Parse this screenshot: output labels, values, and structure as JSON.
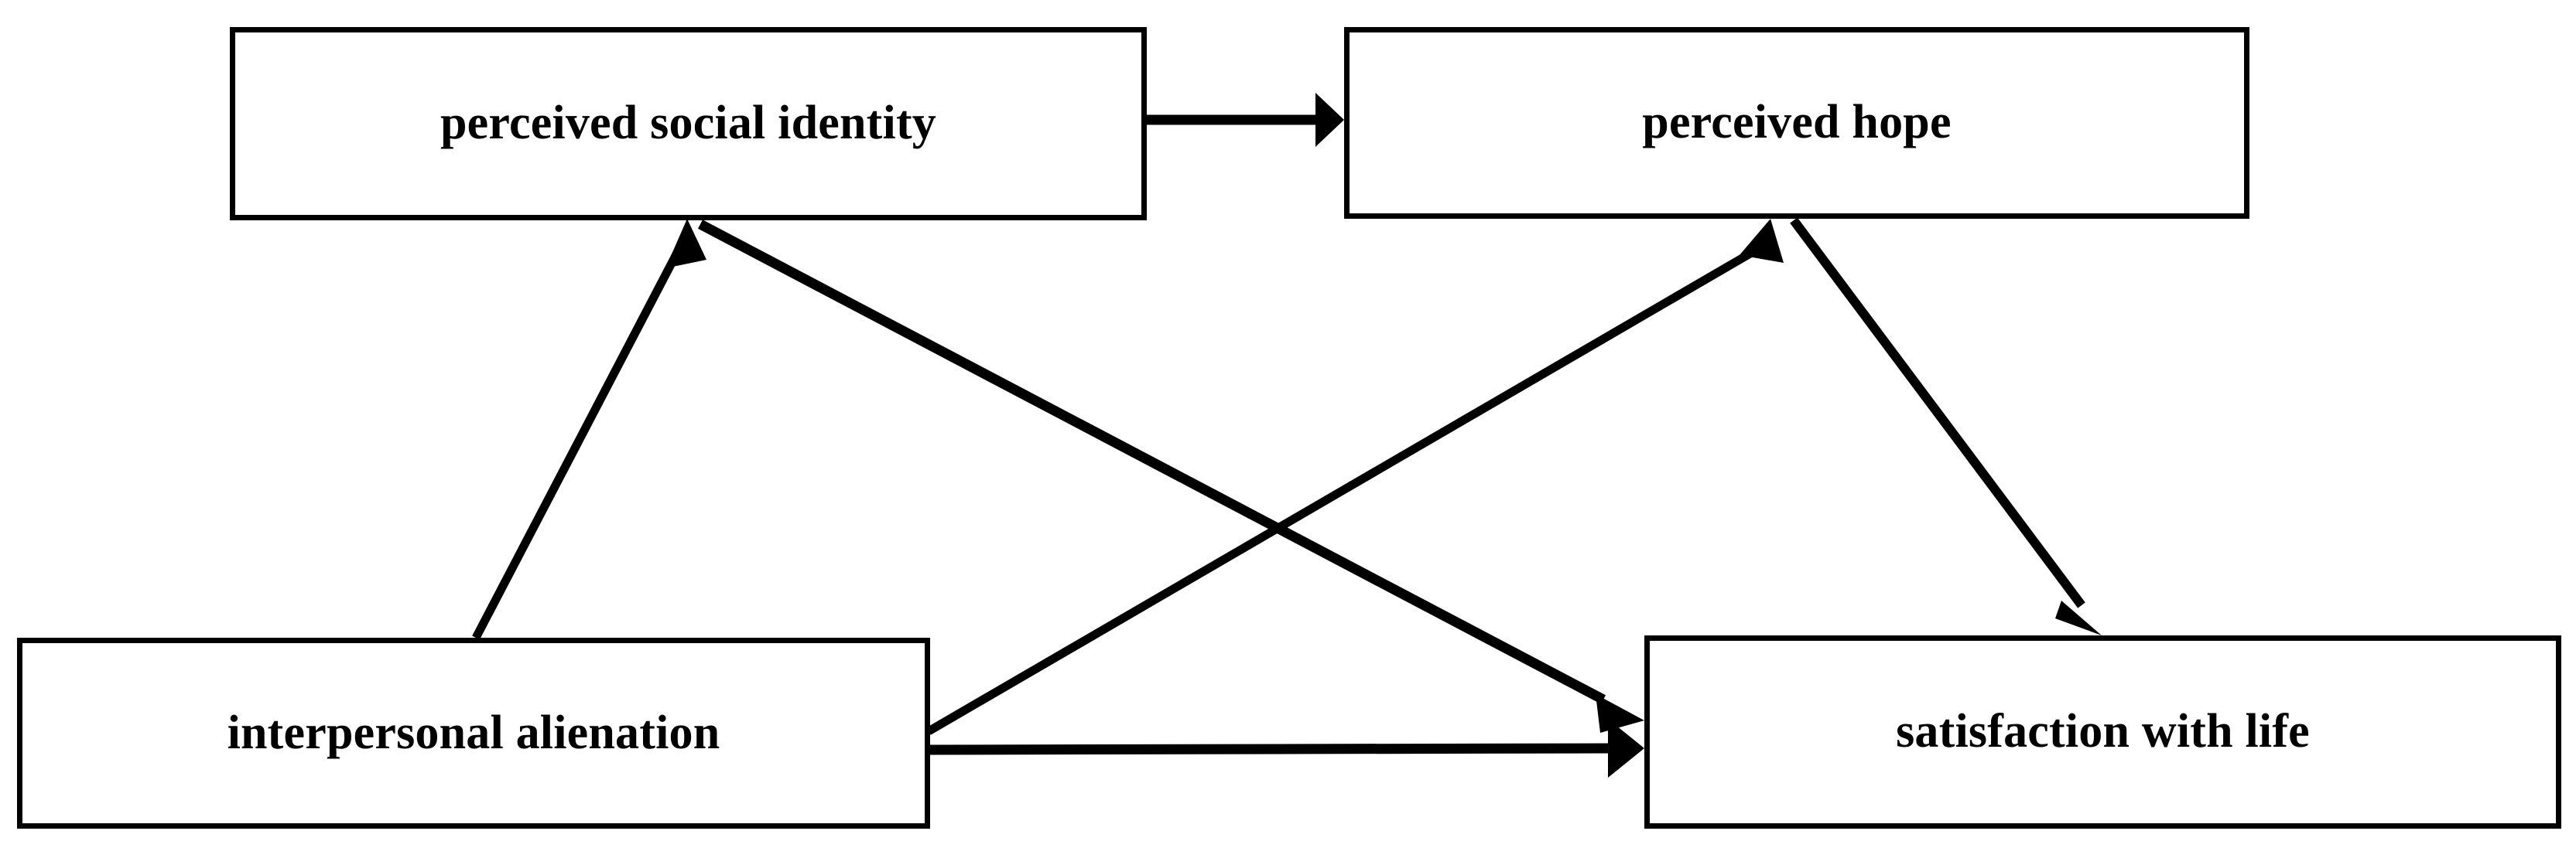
{
  "diagram": {
    "type": "path-model",
    "title": "",
    "background_color": "#ffffff",
    "line_color": "#000000",
    "box_border_color": "#000000",
    "box_fill_color": "#ffffff",
    "nodes": [
      {
        "id": "perceived_social_identity",
        "label": "perceived social identity",
        "position": "top-left"
      },
      {
        "id": "perceived_hope",
        "label": "perceived hope",
        "position": "top-right"
      },
      {
        "id": "interpersonal_alienation",
        "label": "interpersonal alienation",
        "position": "bottom-left"
      },
      {
        "id": "satisfaction_with_life",
        "label": "satisfaction with life",
        "position": "bottom-right"
      }
    ],
    "edges": [
      {
        "id": "identity-to-hope",
        "from": "perceived_social_identity",
        "to": "perceived_hope",
        "style": "solid",
        "arrow": "single",
        "label": ""
      },
      {
        "id": "alienation-to-identity",
        "from": "interpersonal_alienation",
        "to": "perceived_social_identity",
        "style": "solid",
        "arrow": "single",
        "label": ""
      },
      {
        "id": "alienation-to-hope",
        "from": "interpersonal_alienation",
        "to": "perceived_hope",
        "style": "solid",
        "arrow": "single",
        "label": ""
      },
      {
        "id": "alienation-to-life",
        "from": "interpersonal_alienation",
        "to": "satisfaction_with_life",
        "style": "solid",
        "arrow": "single",
        "label": ""
      },
      {
        "id": "identity-to-life",
        "from": "perceived_social_identity",
        "to": "satisfaction_with_life",
        "style": "solid",
        "arrow": "single",
        "label": ""
      },
      {
        "id": "hope-to-life",
        "from": "perceived_hope",
        "to": "satisfaction_with_life",
        "style": "solid",
        "arrow": "single",
        "label": ""
      }
    ]
  }
}
